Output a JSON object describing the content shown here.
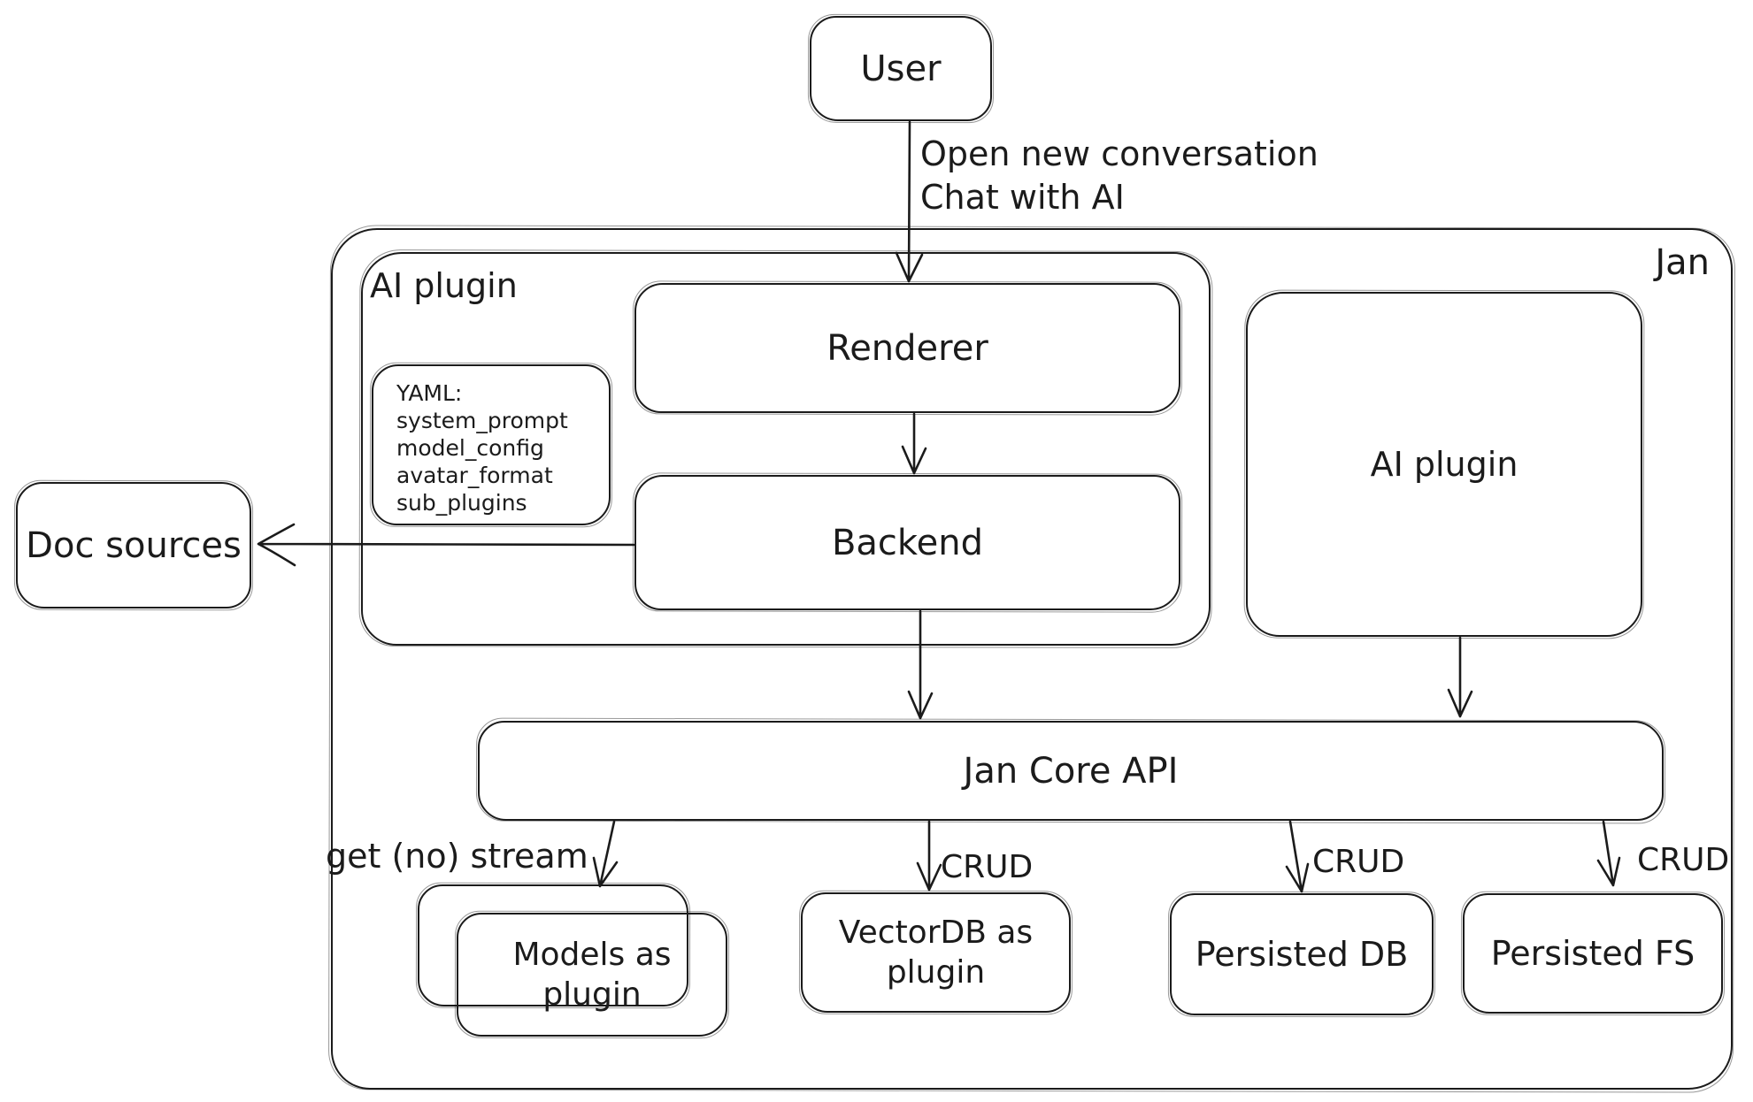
{
  "diagram": {
    "container_label": "Jan",
    "nodes": {
      "user": "User",
      "ai_plugin_left": "AI plugin",
      "renderer": "Renderer",
      "backend": "Backend",
      "ai_plugin_right": "AI plugin",
      "jan_core_api": "Jan Core API",
      "doc_sources": "Doc sources",
      "models_as_plugin": "Models as plugin",
      "vectordb_as_plugin": "VectorDB as plugin",
      "persisted_db": "Persisted DB",
      "persisted_fs": "Persisted FS"
    },
    "yaml_note": {
      "lines": [
        "YAML:",
        "system_prompt",
        "model_config",
        "avatar_format",
        "sub_plugins"
      ]
    },
    "edge_labels": {
      "user_to_renderer": [
        "Open new conversation",
        "Chat with AI"
      ],
      "api_to_models": "get (no) stream",
      "api_to_vectordb": "CRUD",
      "api_to_persisted_db": "CRUD",
      "api_to_persisted_fs": "CRUD"
    },
    "colors": {
      "stroke": "#1b1b1b",
      "background": "#ffffff"
    }
  }
}
